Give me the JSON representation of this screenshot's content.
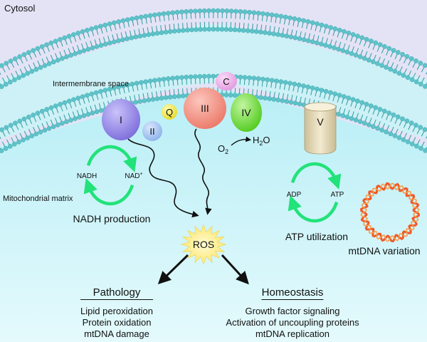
{
  "labels": {
    "cytosol": "Cytosol",
    "intermembrane_space": "Intermembrane space",
    "mitochondrial_matrix": "Mitochondrial matrix"
  },
  "complexes": {
    "complex_1": "I",
    "complex_2": "II",
    "quinone": "Q",
    "complex_3": "III",
    "cytochrome_c": "C",
    "complex_4": "IV",
    "complex_5": "V"
  },
  "reaction": {
    "o2": "O",
    "o2_sub": "2",
    "h2o_h": "H",
    "h2o_sub": "2",
    "h2o_o": "O"
  },
  "nadh_cycle": {
    "left": "NADH",
    "right": "NAD",
    "right_sup": "+",
    "caption": "NADH production"
  },
  "atp_cycle": {
    "left": "ADP",
    "right": "ATP",
    "caption": "ATP utilization"
  },
  "mtdna": {
    "caption": "mtDNA variation"
  },
  "ros": {
    "label": "ROS"
  },
  "pathology": {
    "heading": "Pathology",
    "items": [
      "Lipid peroxidation",
      "Protein oxidation",
      "mtDNA damage"
    ]
  },
  "homeostasis": {
    "heading": "Homeostasis",
    "items": [
      "Growth factor signaling",
      "Activation of uncoupling proteins",
      "mtDNA replication"
    ]
  },
  "colors": {
    "cytosol_bg": "#e4e3f6",
    "matrix_bg": "#d2f4fa",
    "lipid_head": "#5ec3c9",
    "lipid_tail": "#2f9c9f",
    "cycle_arrow": "#22e27a",
    "ros_star": "#fff07a",
    "complex_1": "#9a8fe6",
    "complex_2": "#a9c6f2",
    "quinone": "#f5ef5a",
    "complex_3": "#f59b8e",
    "cytochrome_c": "#f1b8ee",
    "complex_4": "#7de34c",
    "complex_5": "#e9dcb8",
    "mtdna": "#f05a2a"
  }
}
